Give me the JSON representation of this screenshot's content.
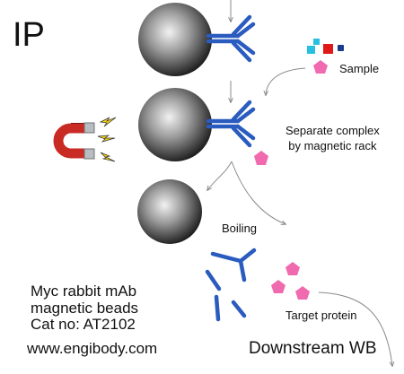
{
  "title": "IP",
  "labels": {
    "sample": "Sample",
    "separate_line1": "Separate complex",
    "separate_line2": "by magnetic rack",
    "boiling": "Boiling",
    "target_protein": "Target protein",
    "downstream": "Downstream WB"
  },
  "product": {
    "line1": "Myc rabbit mAb",
    "line2": "magnetic beads",
    "line3": "Cat no: AT2102"
  },
  "website": "www.engibody.com",
  "colors": {
    "antibody": "#2a5bbf",
    "target_protein": "#f06ab0",
    "magnet_red": "#c92a24",
    "magnet_tip": "#b9bcc0",
    "spark": "#f0d21a",
    "sample_cyan": "#27c0e0",
    "sample_red": "#e01818",
    "sample_navy": "#1a3a8c",
    "bead_light": "#f2f2f2",
    "bead_dark": "#1e1e1e",
    "arrow": "#8a8a8a"
  }
}
